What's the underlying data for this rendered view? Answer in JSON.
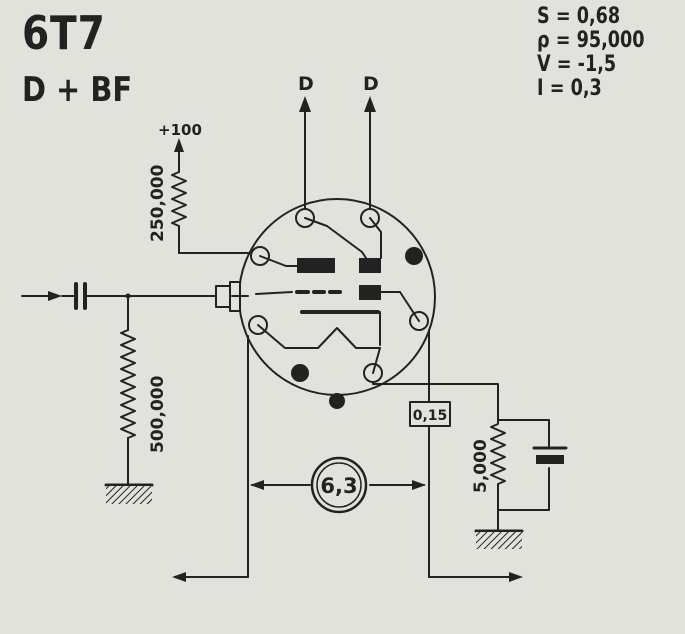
{
  "title": {
    "tube": "6T7",
    "function": "D + BF"
  },
  "parameters": [
    {
      "symbol": "S",
      "sep": "=",
      "value": "0,68"
    },
    {
      "symbol": "ρ",
      "sep": "=",
      "value": "95,000"
    },
    {
      "symbol": "V",
      "sep": "=",
      "value": "-1,5"
    },
    {
      "symbol": "I",
      "sep": "=",
      "value": "0,3"
    }
  ],
  "labels": {
    "diode_out_1": "D",
    "diode_out_2": "D",
    "supply": "+100",
    "plate_resistor": "250,000",
    "grid_resistor": "500,000",
    "cathode_resistor": "5,000",
    "heater_current": "0,15",
    "heater_voltage": "6,3"
  },
  "colors": {
    "ink": "#222222",
    "paper": "#e2e2dc"
  }
}
